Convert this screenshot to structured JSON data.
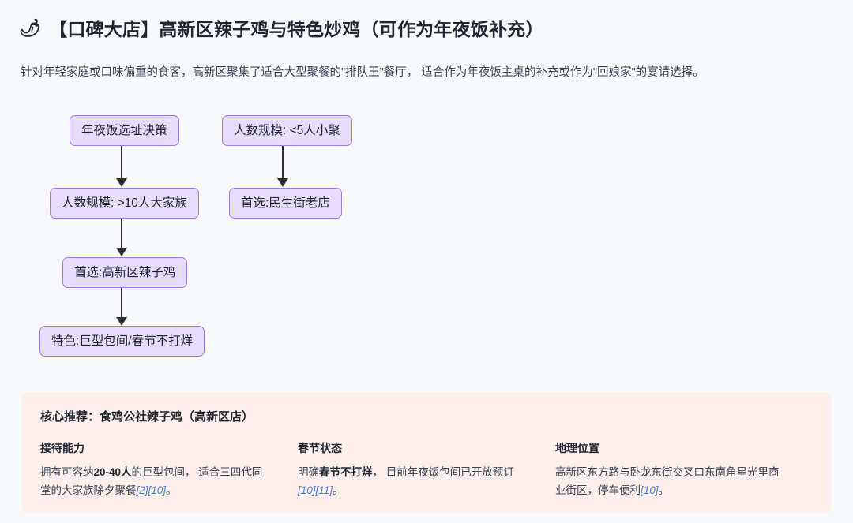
{
  "header": {
    "icon": "chili-pepper-icon",
    "icon_glyph": "🌶",
    "title": "【口碑大店】高新区辣子鸡与特色炒鸡（可作为年夜饭补充）"
  },
  "intro": {
    "text": "针对年轻家庭或口味偏重的食客，高新区聚集了适合大型聚餐的\"排队王\"餐厅， 适合作为年夜饭主桌的补充或作为\"回娘家\"的宴请选择。"
  },
  "flowchart": {
    "nodes": {
      "root": "年夜饭选址决策",
      "big_family": "人数规模: >10人大家族",
      "pick_big": "首选:高新区辣子鸡",
      "feature": "特色:巨型包间/春节不打烊",
      "small_group": "人数规模: <5人小聚",
      "pick_small": "首选:民生街老店"
    },
    "node_fill": "#e7ddfb",
    "node_border": "#9f7ae8",
    "edge_color": "#2f2f33"
  },
  "recommendation": {
    "title": "核心推荐：食鸡公社辣子鸡（高新区店）",
    "card_bg": "#fcefec",
    "columns": [
      {
        "heading": "接待能力",
        "body_pre": "拥有可容纳",
        "body_strong": "20-40人",
        "body_mid": "的巨型包间， 适合三四代同堂的大家族除夕聚餐",
        "citations": [
          "[2]",
          "[10]"
        ],
        "body_end": "。"
      },
      {
        "heading": "春节状态",
        "body_pre": "明确",
        "body_strong": "春节不打烊",
        "body_mid": "， 目前年夜饭包间已开放预订",
        "citations": [
          "[10]",
          "[11]"
        ],
        "body_end": "。"
      },
      {
        "heading": "地理位置",
        "body_pre": "高新区东方路与卧龙东街交叉口东南角星光里商业街区，停车便利",
        "body_strong": "",
        "body_mid": "",
        "citations": [
          "[10]"
        ],
        "body_end": "。"
      }
    ]
  }
}
